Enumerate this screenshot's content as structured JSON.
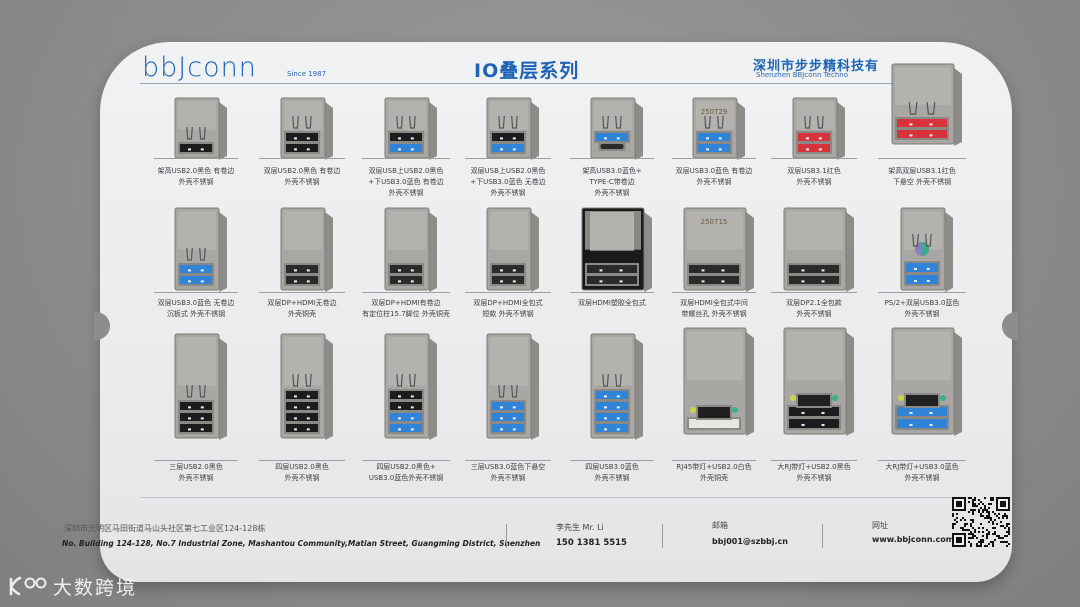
{
  "board": {
    "brand_logo": "bbJconn",
    "brand_since": "Since 1987",
    "series_title": "IO叠层系列",
    "company_cn": "深圳市步步精科技有",
    "company_en": "Shenzhen BBJconn Techno"
  },
  "products": [
    {
      "row": 1,
      "lines": [
        "架高USB2.0黑色 有卷边",
        "外壳不锈钢"
      ],
      "type": "usb-single",
      "colors": [
        "black"
      ]
    },
    {
      "row": 1,
      "lines": [
        "双层USB2.0黑色 有卷边",
        "外壳不锈钢"
      ],
      "type": "usb-stack",
      "colors": [
        "black",
        "black"
      ]
    },
    {
      "row": 1,
      "lines": [
        "双层USB上USB2.0黑色",
        "+下USB3.0蓝色 有卷边",
        "外壳不锈钢"
      ],
      "type": "usb-stack",
      "colors": [
        "black",
        "blue"
      ]
    },
    {
      "row": 1,
      "lines": [
        "双层USB上USB2.0黑色",
        "+下USB3.0蓝色 无卷边",
        "外壳不锈钢"
      ],
      "type": "usb-stack",
      "colors": [
        "black",
        "blue"
      ]
    },
    {
      "row": 1,
      "lines": [
        "架高USB3.0蓝色+",
        "TYPE-C带卷边",
        "外壳不锈钢"
      ],
      "type": "usb-typec",
      "colors": [
        "blue",
        "typec"
      ]
    },
    {
      "row": 1,
      "lines": [
        "双层USB3.0蓝色 有卷边",
        "外壳不锈钢"
      ],
      "type": "usb-stack",
      "colors": [
        "blue",
        "blue"
      ],
      "marking": "250T29"
    },
    {
      "row": 1,
      "lines": [
        "双层USB3.1红色",
        "外壳不锈钢"
      ],
      "type": "usb-stack",
      "colors": [
        "red",
        "red"
      ]
    },
    {
      "row": 1,
      "lines": [
        "架高双层USB3.1红色",
        "下悬空 外壳不锈钢"
      ],
      "type": "usb-tall",
      "colors": [
        "red",
        "red"
      ]
    },
    {
      "row": 2,
      "lines": [
        "双层USB3.0蓝色 无卷边",
        "沉板式 外壳不锈钢"
      ],
      "type": "usb-stack",
      "colors": [
        "blue",
        "blue"
      ]
    },
    {
      "row": 2,
      "lines": [
        "双层DP+HDMI无卷边",
        "外壳铜壳"
      ],
      "type": "dp-hdmi",
      "colors": [
        "dp",
        "hdmi"
      ]
    },
    {
      "row": 2,
      "lines": [
        "双层DP+HDMI有卷边",
        "有定位柱15.7脚位 外壳铜壳"
      ],
      "type": "dp-hdmi",
      "colors": [
        "dp",
        "hdmi"
      ]
    },
    {
      "row": 2,
      "lines": [
        "双层DP+HDMI全包式",
        "短款 外壳不锈钢"
      ],
      "type": "dp-hdmi-box",
      "colors": [
        "dp",
        "hdmi"
      ]
    },
    {
      "row": 2,
      "lines": [
        "双层HDMI塑胶全包式"
      ],
      "type": "hdmi-plastic",
      "colors": [
        "hdmi",
        "hdmi"
      ]
    },
    {
      "row": 2,
      "lines": [
        "双层HDMI全包式中间",
        "带螺丝孔 外壳不锈钢"
      ],
      "type": "hdmi-box",
      "colors": [
        "hdmi",
        "hdmi"
      ],
      "marking": "250715"
    },
    {
      "row": 2,
      "lines": [
        "双层DP2.1全包款",
        "外壳不锈钢"
      ],
      "type": "dp-box",
      "colors": [
        "dp",
        "dp"
      ]
    },
    {
      "row": 2,
      "lines": [
        "PS/2+双层USB3.0蓝色",
        "外壳不锈钢"
      ],
      "type": "ps2-usb",
      "colors": [
        "ps2",
        "blue",
        "blue"
      ]
    },
    {
      "row": 3,
      "lines": [
        "三层USB2.0黑色",
        "外壳不锈钢"
      ],
      "type": "usb-stack3",
      "colors": [
        "black",
        "black",
        "black"
      ]
    },
    {
      "row": 3,
      "lines": [
        "四层USB2.0黑色",
        "外壳不锈钢"
      ],
      "type": "usb-stack4",
      "colors": [
        "black",
        "black",
        "black",
        "black"
      ]
    },
    {
      "row": 3,
      "lines": [
        "四层USB2.0黑色+",
        "USB3.0蓝色外壳不锈钢"
      ],
      "type": "usb-stack4",
      "colors": [
        "black",
        "black",
        "blue",
        "blue"
      ]
    },
    {
      "row": 3,
      "lines": [
        "三层USB3.0蓝色下悬空",
        "外壳不锈钢"
      ],
      "type": "usb-stack3",
      "colors": [
        "blue",
        "blue",
        "blue"
      ]
    },
    {
      "row": 3,
      "lines": [
        "四层USB3.0蓝色",
        "外壳不锈钢"
      ],
      "type": "usb-stack4",
      "colors": [
        "blue",
        "blue",
        "blue",
        "blue"
      ]
    },
    {
      "row": 3,
      "lines": [
        "RJ45带灯+USB2.0白色",
        "外壳铜壳"
      ],
      "type": "rj45-usb",
      "colors": [
        "rj45",
        "white"
      ]
    },
    {
      "row": 3,
      "lines": [
        "大RJ带灯+USB2.0黑色",
        "外壳不锈钢"
      ],
      "type": "rj-big",
      "colors": [
        "rj45",
        "black",
        "black"
      ]
    },
    {
      "row": 3,
      "lines": [
        "大RJ带灯+USB3.0蓝色",
        "外壳不锈钢"
      ],
      "type": "rj-big",
      "colors": [
        "rj45",
        "blue",
        "blue"
      ]
    }
  ],
  "footer": {
    "address_cn": "深圳市光明区马田街道马山头社区第七工业区124-128栋",
    "address_en": "No. Building 124-128, No.7 Industrial Zone, Mashantou Community,Matian Street, Guangming District, Shenzhen",
    "contact_name": "李先生 Mr. Li",
    "contact_phone": "150 1381 5515",
    "email_label": "邮箱",
    "email": "bbj001@szbbj.cn",
    "website_label": "网址",
    "website": "www.bbjconn.com",
    "qr_code": "qr-code-icon"
  },
  "watermark": {
    "icon": "100",
    "text": "大数跨境"
  },
  "colors": {
    "brand_blue": "#1e64b4",
    "usb3_blue": "#2f84d8",
    "usb31_red": "#d8323a",
    "usb2_black": "#1c1c1e",
    "shell_steel": "#a9a7a3",
    "background_gray": "#8a8b8d"
  }
}
